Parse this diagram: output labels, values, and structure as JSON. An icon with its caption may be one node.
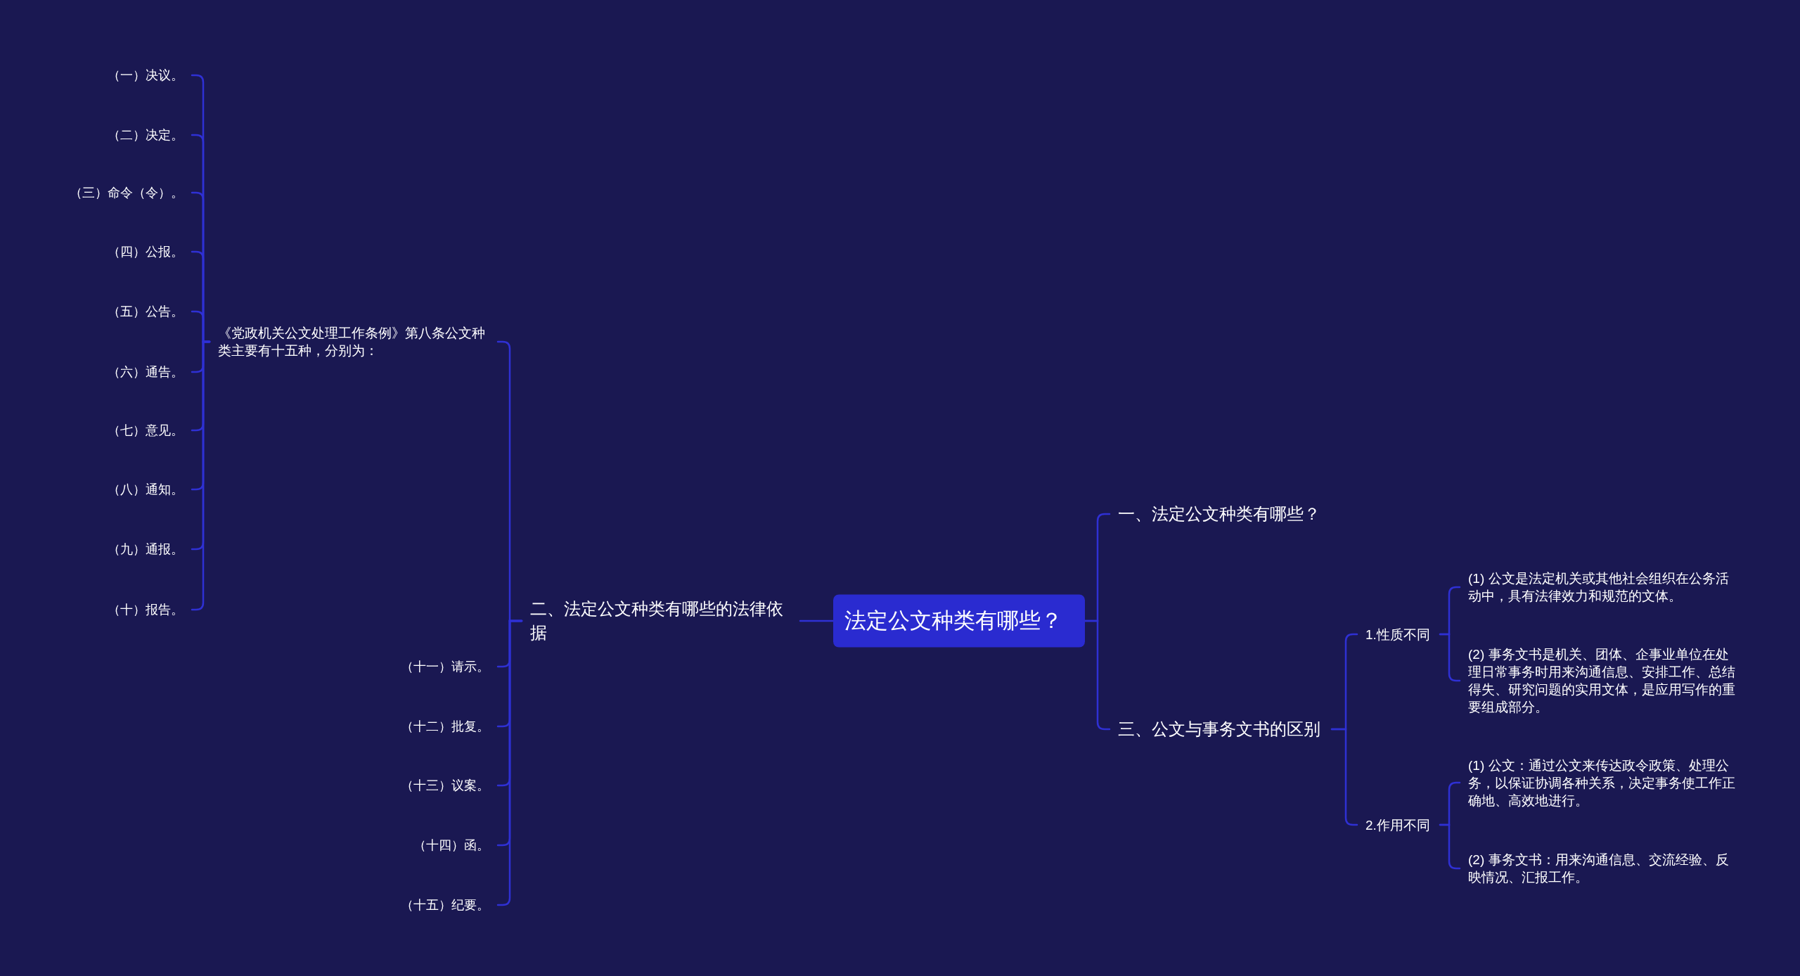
{
  "diagram": {
    "nodes": [
      {
        "text": [
          "法定公文种类有哪些？"
        ]
      },
      {
        "text": [
          "二、法定公文种类有哪些的法律依据"
        ]
      },
      {
        "text": [
          "《党政机关公文处理工作条例》第八条公文种类主要有十五种，分别为："
        ]
      },
      {
        "text": [
          "（一）决议。"
        ]
      },
      {
        "text": [
          "（二）决定。"
        ]
      },
      {
        "text": [
          "（三）命令（令）。"
        ]
      },
      {
        "text": [
          "（四）公报。"
        ]
      },
      {
        "text": [
          "（五）公告。"
        ]
      },
      {
        "text": [
          "（六）通告。"
        ]
      },
      {
        "text": [
          "（七）意见。"
        ]
      },
      {
        "text": [
          "（八）通知。"
        ]
      },
      {
        "text": [
          "（九）通报。"
        ]
      },
      {
        "text": [
          "（十）报告。"
        ]
      },
      {
        "text": [
          "（十一）请示。"
        ]
      },
      {
        "text": [
          "（十二）批复。"
        ]
      },
      {
        "text": [
          "（十三）议案。"
        ]
      },
      {
        "text": [
          "（十四）函。"
        ]
      },
      {
        "text": [
          "（十五）纪要。"
        ]
      },
      {
        "text": [
          "一、法定公文种类有哪些？"
        ]
      },
      {
        "text": [
          "三、公文与事务文书的区别"
        ]
      },
      {
        "text": [
          "1.性质不同"
        ]
      },
      {
        "text": [
          "(1) 公文是法定机关或其他社会组织在公务活动中，具有法律效力和规范的文体。"
        ]
      },
      {
        "text": [
          "(2) 事务文书是机关、团体、企事业单位在处理日常事务时用来沟通信息、安排工作、总结得失、研究问题的实用文体，是应用写作的重要组成部分。"
        ]
      },
      {
        "text": [
          "2.作用不同"
        ]
      },
      {
        "text": [
          "(1) 公文：通过公文来传达政令政策、处理公务，以保证协调各种关系，决定事务使工作正确地、高效地进行。"
        ]
      },
      {
        "text": [
          "(2) 事务文书：用来沟通信息、交流经验、反映情况、汇报工作。"
        ]
      }
    ],
    "edges": [
      {
        "from": 0,
        "to": 1,
        "arrow": "none"
      },
      {
        "from": 1,
        "to": 2,
        "arrow": "none"
      },
      {
        "from": 2,
        "to": 3,
        "arrow": "none"
      },
      {
        "from": 2,
        "to": 4,
        "arrow": "none"
      },
      {
        "from": 2,
        "to": 5,
        "arrow": "none"
      },
      {
        "from": 2,
        "to": 6,
        "arrow": "none"
      },
      {
        "from": 2,
        "to": 7,
        "arrow": "none"
      },
      {
        "from": 2,
        "to": 8,
        "arrow": "none"
      },
      {
        "from": 2,
        "to": 9,
        "arrow": "none"
      },
      {
        "from": 2,
        "to": 10,
        "arrow": "none"
      },
      {
        "from": 2,
        "to": 11,
        "arrow": "none"
      },
      {
        "from": 2,
        "to": 12,
        "arrow": "none"
      },
      {
        "from": 1,
        "to": 13,
        "arrow": "none"
      },
      {
        "from": 1,
        "to": 14,
        "arrow": "none"
      },
      {
        "from": 1,
        "to": 15,
        "arrow": "none"
      },
      {
        "from": 1,
        "to": 16,
        "arrow": "none"
      },
      {
        "from": 1,
        "to": 17,
        "arrow": "none"
      },
      {
        "from": 0,
        "to": 18,
        "arrow": "none"
      },
      {
        "from": 0,
        "to": 19,
        "arrow": "none"
      },
      {
        "from": 19,
        "to": 20,
        "arrow": "none"
      },
      {
        "from": 20,
        "to": 21,
        "arrow": "none"
      },
      {
        "from": 20,
        "to": 22,
        "arrow": "none"
      },
      {
        "from": 19,
        "to": 23,
        "arrow": "none"
      },
      {
        "from": 23,
        "to": 24,
        "arrow": "none"
      },
      {
        "from": 23,
        "to": 25,
        "arrow": "none"
      }
    ]
  }
}
